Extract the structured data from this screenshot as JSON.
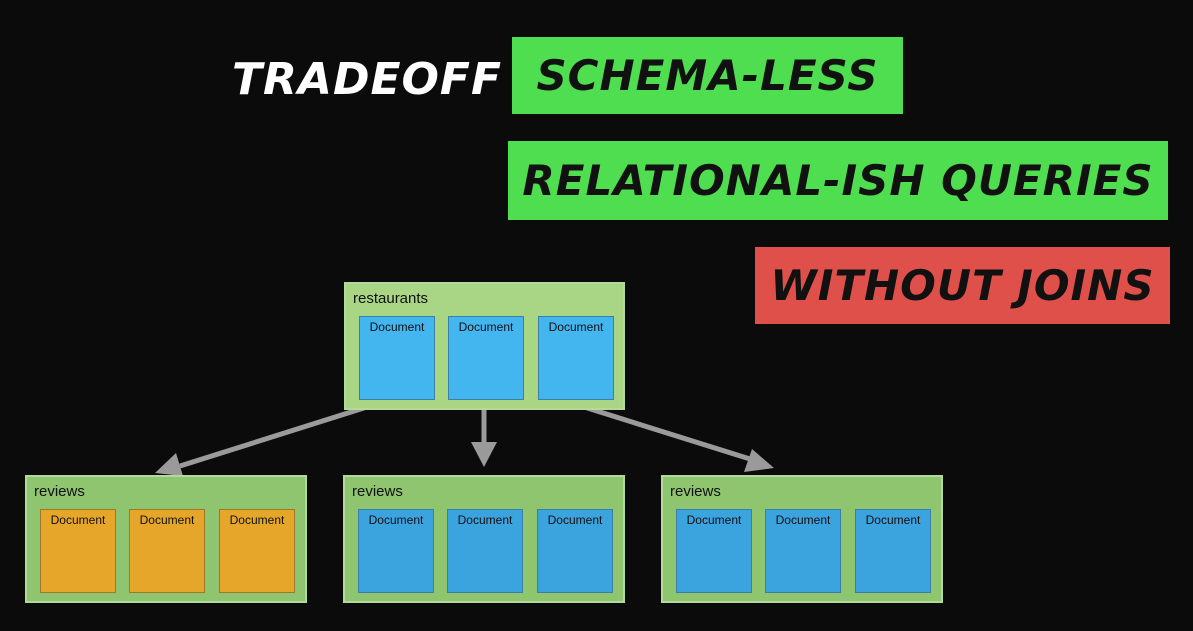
{
  "title": "TRADEOFF",
  "tags": [
    {
      "label": "SCHEMA-LESS",
      "color": "#4fde4f"
    },
    {
      "label": "RELATIONAL-ISH QUERIES",
      "color": "#4fde4f"
    },
    {
      "label": "WITHOUT JOINS",
      "color": "#e0504a"
    }
  ],
  "top_collection": {
    "label": "restaurants",
    "documents": [
      "Document",
      "Document",
      "Document"
    ]
  },
  "child_collections": [
    {
      "label": "reviews",
      "documents": [
        "Document",
        "Document",
        "Document"
      ],
      "doc_color": "orange"
    },
    {
      "label": "reviews",
      "documents": [
        "Document",
        "Document",
        "Document"
      ],
      "doc_color": "blue"
    },
    {
      "label": "reviews",
      "documents": [
        "Document",
        "Document",
        "Document"
      ],
      "doc_color": "blue"
    }
  ],
  "colors": {
    "background": "#0b0b0b",
    "collection_green": "#8fc56e",
    "document_blue": "#43b5ef",
    "document_orange": "#e6a62a",
    "arrow": "#9a9a9a"
  }
}
